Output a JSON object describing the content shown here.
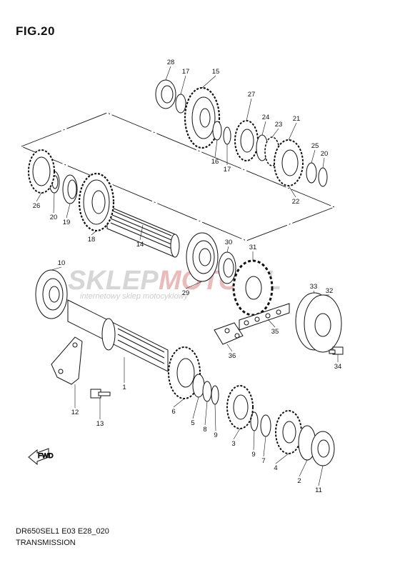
{
  "figure": {
    "title": "FIG.20",
    "model_code": "DR650SEL1 E03 E28_020",
    "section": "TRANSMISSION"
  },
  "watermark": {
    "brand_a": "SKLEP",
    "brand_b": "MOTO",
    "brand_c": ".PL",
    "tagline": "internetowy sklep motocyklowy"
  },
  "arrow_label": "FWD",
  "colors": {
    "line": "#111111",
    "watermark": "#c9c9c9",
    "watermark_accent": "#e8b3b3"
  },
  "callouts": [
    {
      "id": "c1",
      "num": "1"
    },
    {
      "id": "c2",
      "num": "2"
    },
    {
      "id": "c3",
      "num": "3"
    },
    {
      "id": "c4",
      "num": "4"
    },
    {
      "id": "c5",
      "num": "5"
    },
    {
      "id": "c6",
      "num": "6"
    },
    {
      "id": "c7",
      "num": "7"
    },
    {
      "id": "c8",
      "num": "8"
    },
    {
      "id": "c9a",
      "num": "9"
    },
    {
      "id": "c9b",
      "num": "9"
    },
    {
      "id": "c10",
      "num": "10"
    },
    {
      "id": "c11",
      "num": "11"
    },
    {
      "id": "c12",
      "num": "12"
    },
    {
      "id": "c13",
      "num": "13"
    },
    {
      "id": "c14",
      "num": "14"
    },
    {
      "id": "c15",
      "num": "15"
    },
    {
      "id": "c16",
      "num": "16"
    },
    {
      "id": "c17a",
      "num": "17"
    },
    {
      "id": "c17b",
      "num": "17"
    },
    {
      "id": "c18",
      "num": "18"
    },
    {
      "id": "c19",
      "num": "19"
    },
    {
      "id": "c20a",
      "num": "20"
    },
    {
      "id": "c20b",
      "num": "20"
    },
    {
      "id": "c21",
      "num": "21"
    },
    {
      "id": "c22",
      "num": "22"
    },
    {
      "id": "c23",
      "num": "23"
    },
    {
      "id": "c24",
      "num": "24"
    },
    {
      "id": "c25",
      "num": "25"
    },
    {
      "id": "c26",
      "num": "26"
    },
    {
      "id": "c27",
      "num": "27"
    },
    {
      "id": "c28",
      "num": "28"
    },
    {
      "id": "c29",
      "num": "29"
    },
    {
      "id": "c30",
      "num": "30"
    },
    {
      "id": "c31",
      "num": "31"
    },
    {
      "id": "c32",
      "num": "32"
    },
    {
      "id": "c33",
      "num": "33"
    },
    {
      "id": "c34",
      "num": "34"
    },
    {
      "id": "c35",
      "num": "35"
    },
    {
      "id": "c36",
      "num": "36"
    }
  ]
}
